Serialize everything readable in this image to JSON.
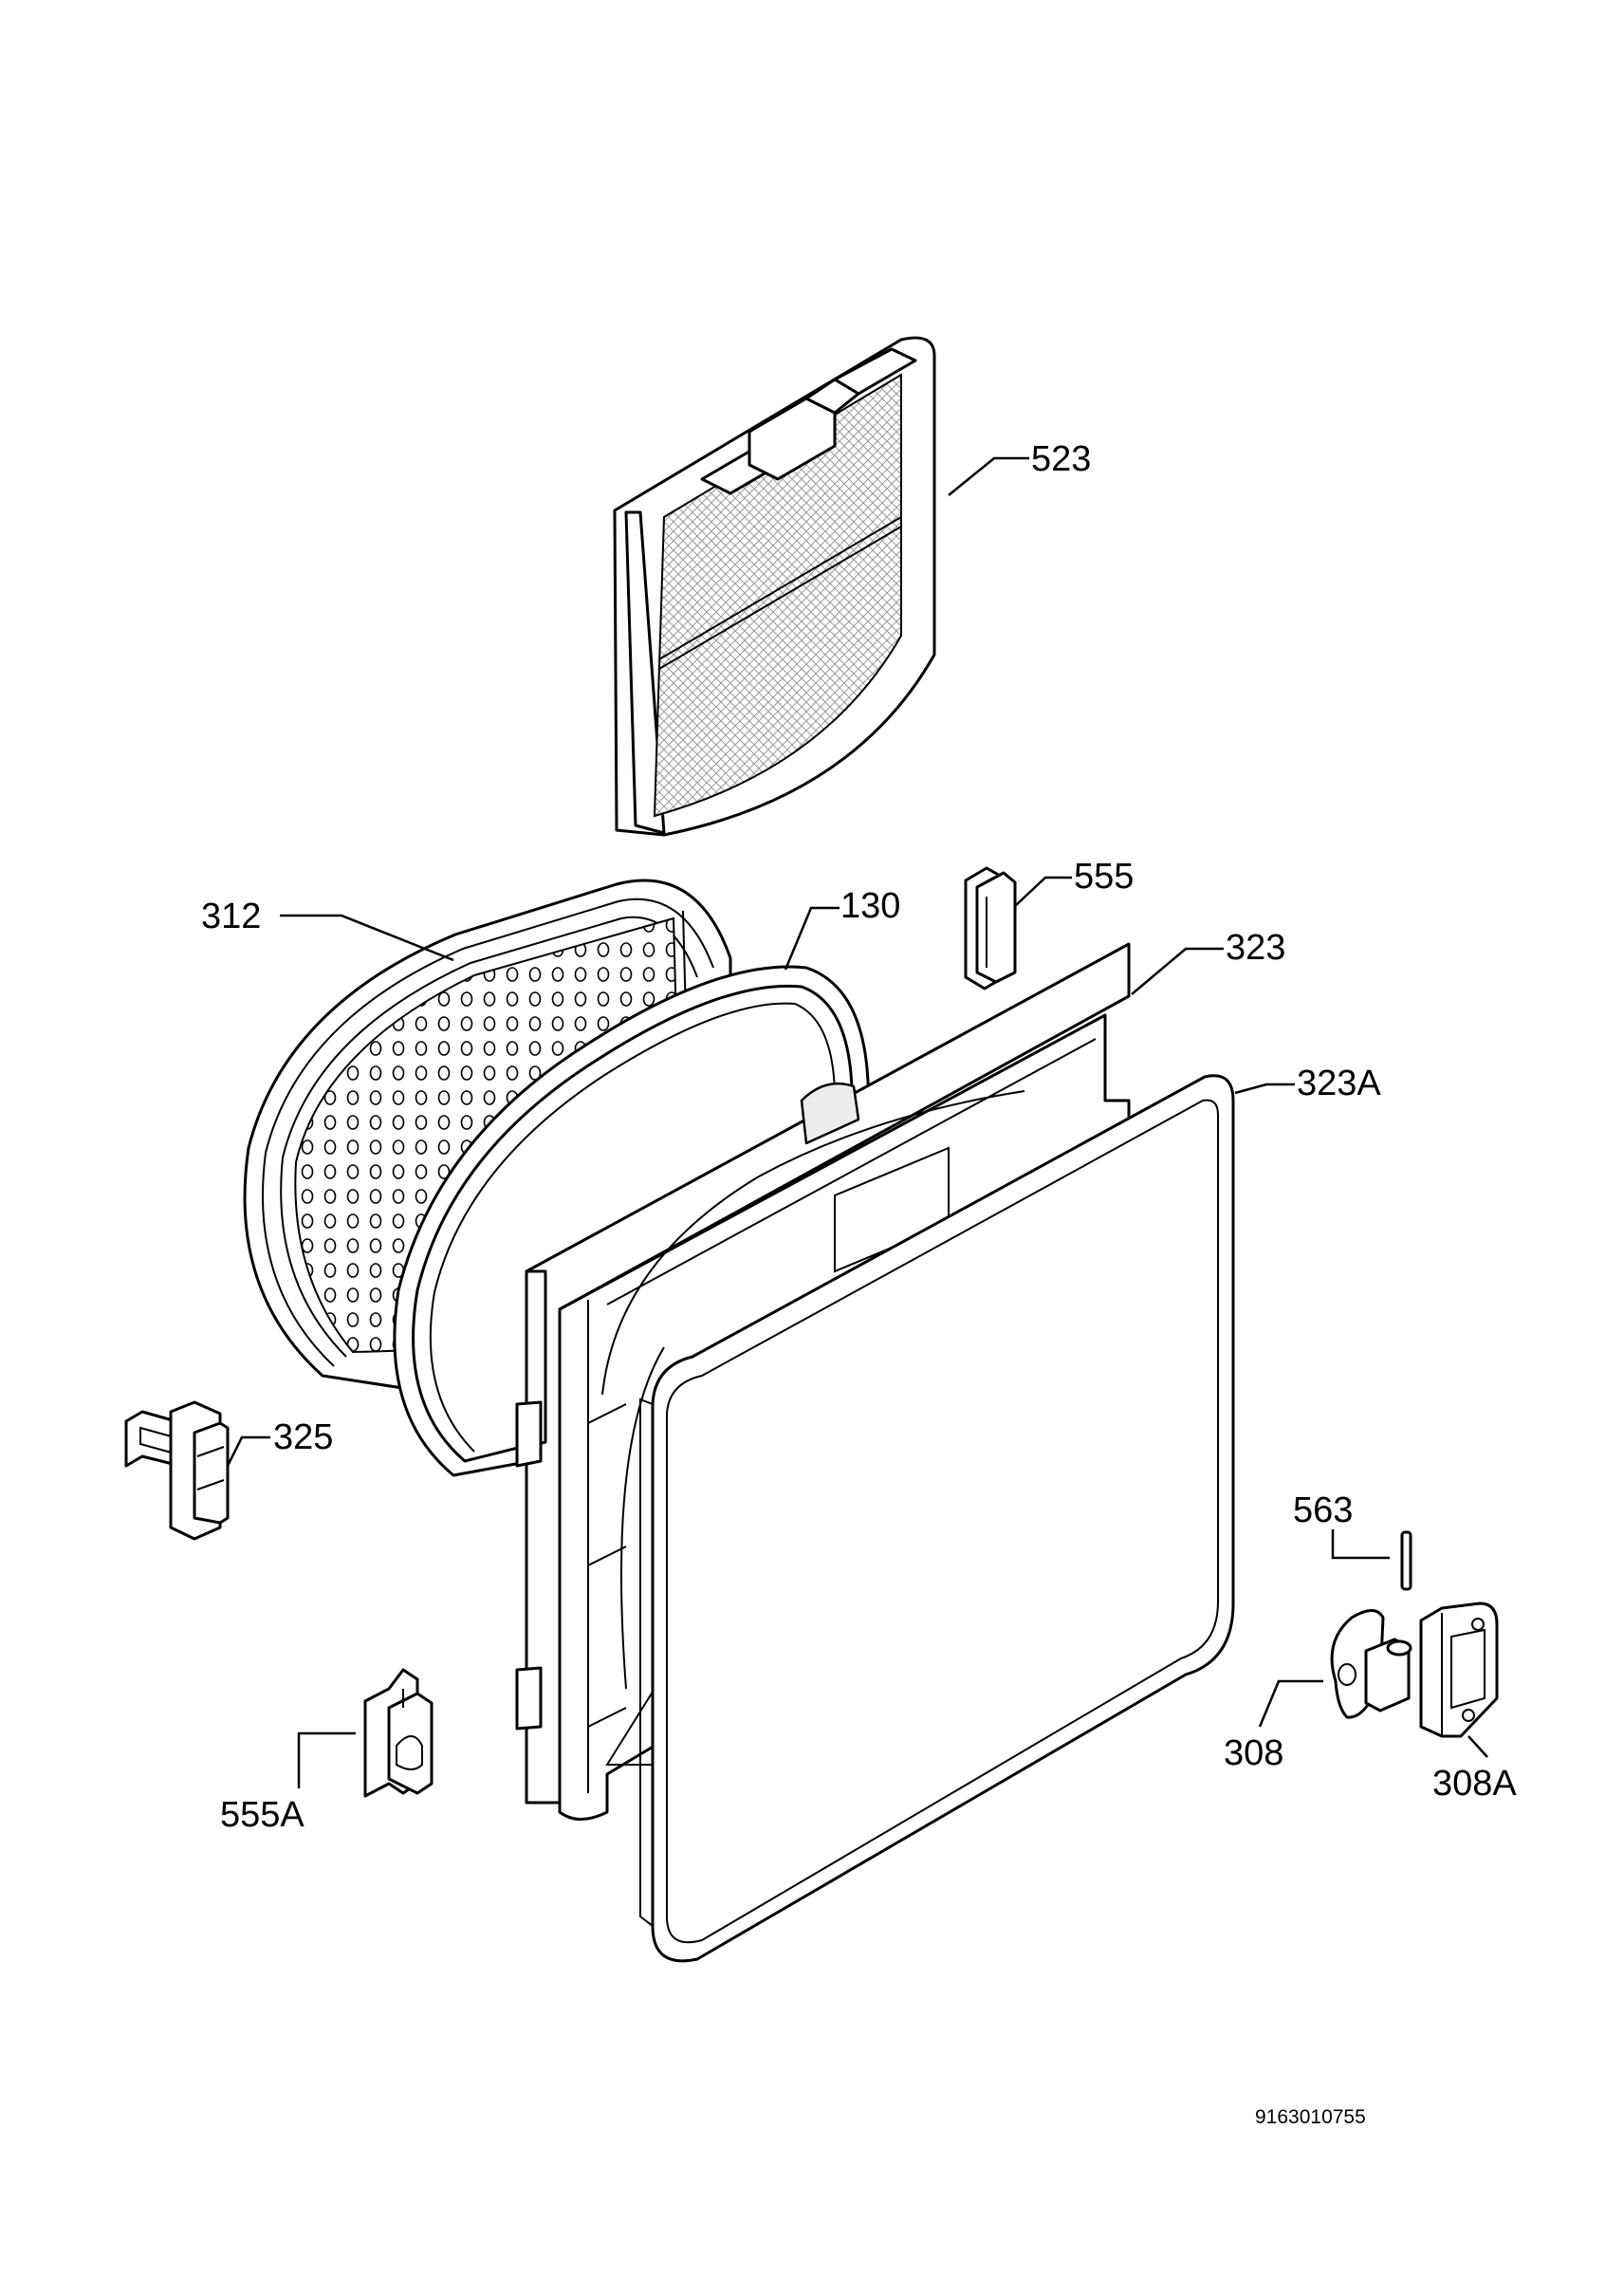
{
  "diagram": {
    "document_number": "9163010755",
    "part_labels": {
      "p523": "523",
      "p312": "312",
      "p130": "130",
      "p555": "555",
      "p323": "323",
      "p323A": "323A",
      "p325": "325",
      "p563": "563",
      "p308": "308",
      "p308A": "308A",
      "p555A": "555A"
    }
  }
}
